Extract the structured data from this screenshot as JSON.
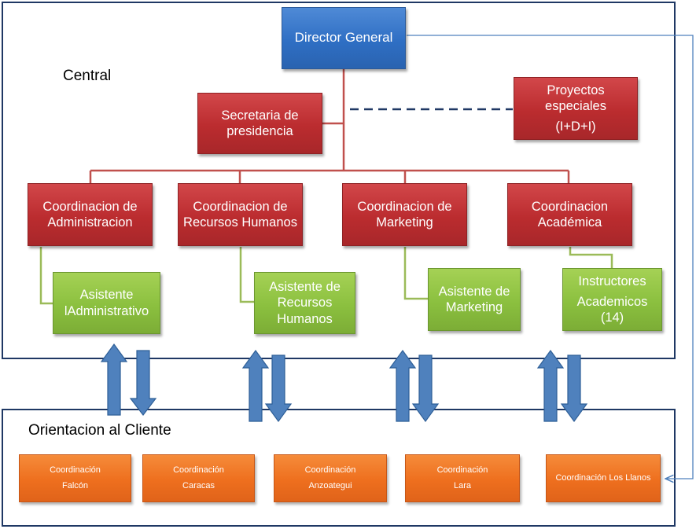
{
  "central_label": "Central",
  "client_label": "Orientacion al Cliente",
  "director": {
    "lines": [
      "Director General"
    ]
  },
  "secretaria": {
    "lines": [
      "Secretaria de",
      "presidencia"
    ]
  },
  "proyectos": {
    "lines": [
      "Proyectos",
      "especiales",
      "(I+D+I)"
    ]
  },
  "coordinaciones": [
    {
      "lines": [
        "Coordinacion de",
        "Administracion"
      ]
    },
    {
      "lines": [
        "Coordinacion de",
        "Recursos Humanos"
      ]
    },
    {
      "lines": [
        "Coordinacion de",
        "Marketing"
      ]
    },
    {
      "lines": [
        "Coordinacion",
        "Académica"
      ]
    }
  ],
  "asistentes": [
    {
      "lines": [
        "Asistente",
        "lAdministrativo"
      ]
    },
    {
      "lines": [
        "Asistente de",
        "Recursos",
        "Humanos"
      ]
    },
    {
      "lines": [
        "Asistente de",
        "Marketing"
      ]
    },
    {
      "lines": [
        "Instructores",
        "Academicos",
        "(14)"
      ]
    }
  ],
  "regionales": [
    {
      "lines": [
        "Coordinación",
        "Falcón"
      ]
    },
    {
      "lines": [
        "Coordinación",
        "Caracas"
      ]
    },
    {
      "lines": [
        "Coordinación",
        "Anzoategui"
      ]
    },
    {
      "lines": [
        "Coordinación",
        "Lara"
      ]
    },
    {
      "lines": [
        "Coordinación Los Llanos"
      ]
    }
  ],
  "colors": {
    "frame": "#1f3864",
    "director": "#2f6fc4",
    "coordinacion": "#bb2c2f",
    "asistente": "#8bc03f",
    "regional": "#ee6f1e",
    "connector_red": "#c0504d",
    "connector_green": "#9bbb59",
    "arrow": "#4f81bd"
  }
}
